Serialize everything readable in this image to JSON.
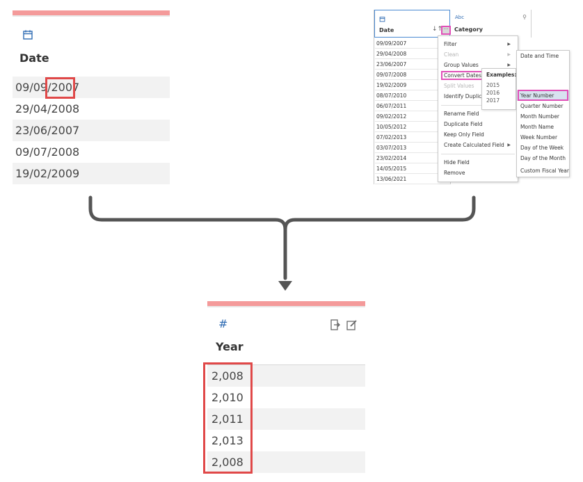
{
  "colors": {
    "header_bar": "#f49a9a",
    "highlight_red": "#e04848",
    "highlight_pink": "#e04fb7",
    "field_icon_blue": "#2e6bb3",
    "connector": "#555555"
  },
  "date_column": {
    "icon": "calendar-icon",
    "title": "Date",
    "rows": [
      {
        "prefix": "09/09/",
        "year": "2007"
      },
      {
        "prefix": "29/04/",
        "year": "2008"
      },
      {
        "prefix": "23/06/",
        "year": "2007"
      },
      {
        "prefix": "09/07/",
        "year": "2008"
      },
      {
        "prefix": "19/02/",
        "year": "2009"
      }
    ]
  },
  "prep_ui": {
    "date_field": {
      "type_icon": "calendar-icon",
      "label": "Date",
      "sort_icon": "sort-icon",
      "more_icon": "more-options-icon",
      "more_label": "···",
      "values": [
        "09/09/2007",
        "29/04/2008",
        "23/06/2007",
        "09/07/2008",
        "19/02/2009",
        "08/07/2010",
        "06/07/2011",
        "09/02/2012",
        "10/05/2012",
        "07/02/2013",
        "03/07/2013",
        "23/02/2014",
        "14/05/2015",
        "13/06/2021"
      ]
    },
    "category_field": {
      "type_label": "Abc",
      "label": "Category",
      "pin_icon": "lightbulb-icon"
    },
    "menu": {
      "items": [
        {
          "label": "Filter",
          "has_arrow": true,
          "disabled": false
        },
        {
          "label": "Clean",
          "has_arrow": true,
          "disabled": true
        },
        {
          "label": "Group Values",
          "has_arrow": true,
          "disabled": false
        },
        {
          "label": "Convert Dates",
          "has_arrow": false,
          "disabled": false
        },
        {
          "label": "Split Values",
          "has_arrow": false,
          "disabled": true
        },
        {
          "label": "Identify Duplicates",
          "has_arrow": false,
          "disabled": false
        },
        {
          "label": "Rename Field",
          "has_arrow": false,
          "disabled": false
        },
        {
          "label": "Duplicate Field",
          "has_arrow": false,
          "disabled": false
        },
        {
          "label": "Keep Only Field",
          "has_arrow": false,
          "disabled": false
        },
        {
          "label": "Create Calculated Field",
          "has_arrow": true,
          "disabled": false
        },
        {
          "label": "Hide Field",
          "has_arrow": false,
          "disabled": false
        },
        {
          "label": "Remove",
          "has_arrow": false,
          "disabled": false
        }
      ],
      "arrow_glyph": "▶"
    },
    "examples": {
      "title": "Examples:",
      "values": [
        "2015",
        "2016",
        "2017"
      ]
    },
    "convert_submenu": {
      "items": [
        {
          "label": "Date and Time",
          "selected": false
        },
        {
          "label": "Year Number",
          "selected": true
        },
        {
          "label": "Quarter Number",
          "selected": false
        },
        {
          "label": "Month Number",
          "selected": false
        },
        {
          "label": "Month Name",
          "selected": false
        },
        {
          "label": "Week Number",
          "selected": false
        },
        {
          "label": "Day of the Week",
          "selected": false
        },
        {
          "label": "Day of the Month",
          "selected": false
        },
        {
          "label": "Custom Fiscal Year",
          "selected": false
        }
      ]
    }
  },
  "year_column": {
    "type_label": "#",
    "icons": [
      "export-icon",
      "edit-icon"
    ],
    "title": "Year",
    "rows": [
      "2,008",
      "2,010",
      "2,011",
      "2,013",
      "2,008"
    ]
  }
}
